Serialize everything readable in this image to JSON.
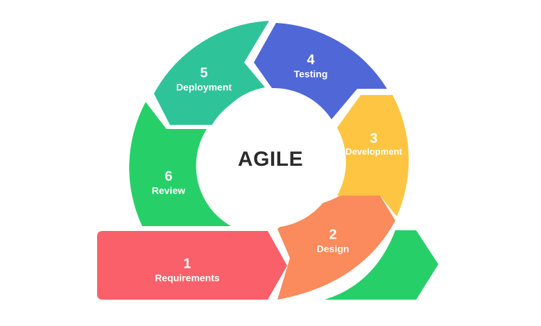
{
  "title": "AGILE",
  "colors": {
    "requirements": "#f9606a",
    "design": "#fb8a5c",
    "development": "#fdc541",
    "testing": "#5067d8",
    "deployment": "#2fc39a",
    "review": "#27cf69",
    "text_center": "#2b2b2b"
  },
  "stages": [
    {
      "number": "1",
      "name": "Requirements"
    },
    {
      "number": "2",
      "name": "Design"
    },
    {
      "number": "3",
      "name": "Development"
    },
    {
      "number": "4",
      "name": "Testing"
    },
    {
      "number": "5",
      "name": "Deployment"
    },
    {
      "number": "6",
      "name": "Review"
    }
  ]
}
